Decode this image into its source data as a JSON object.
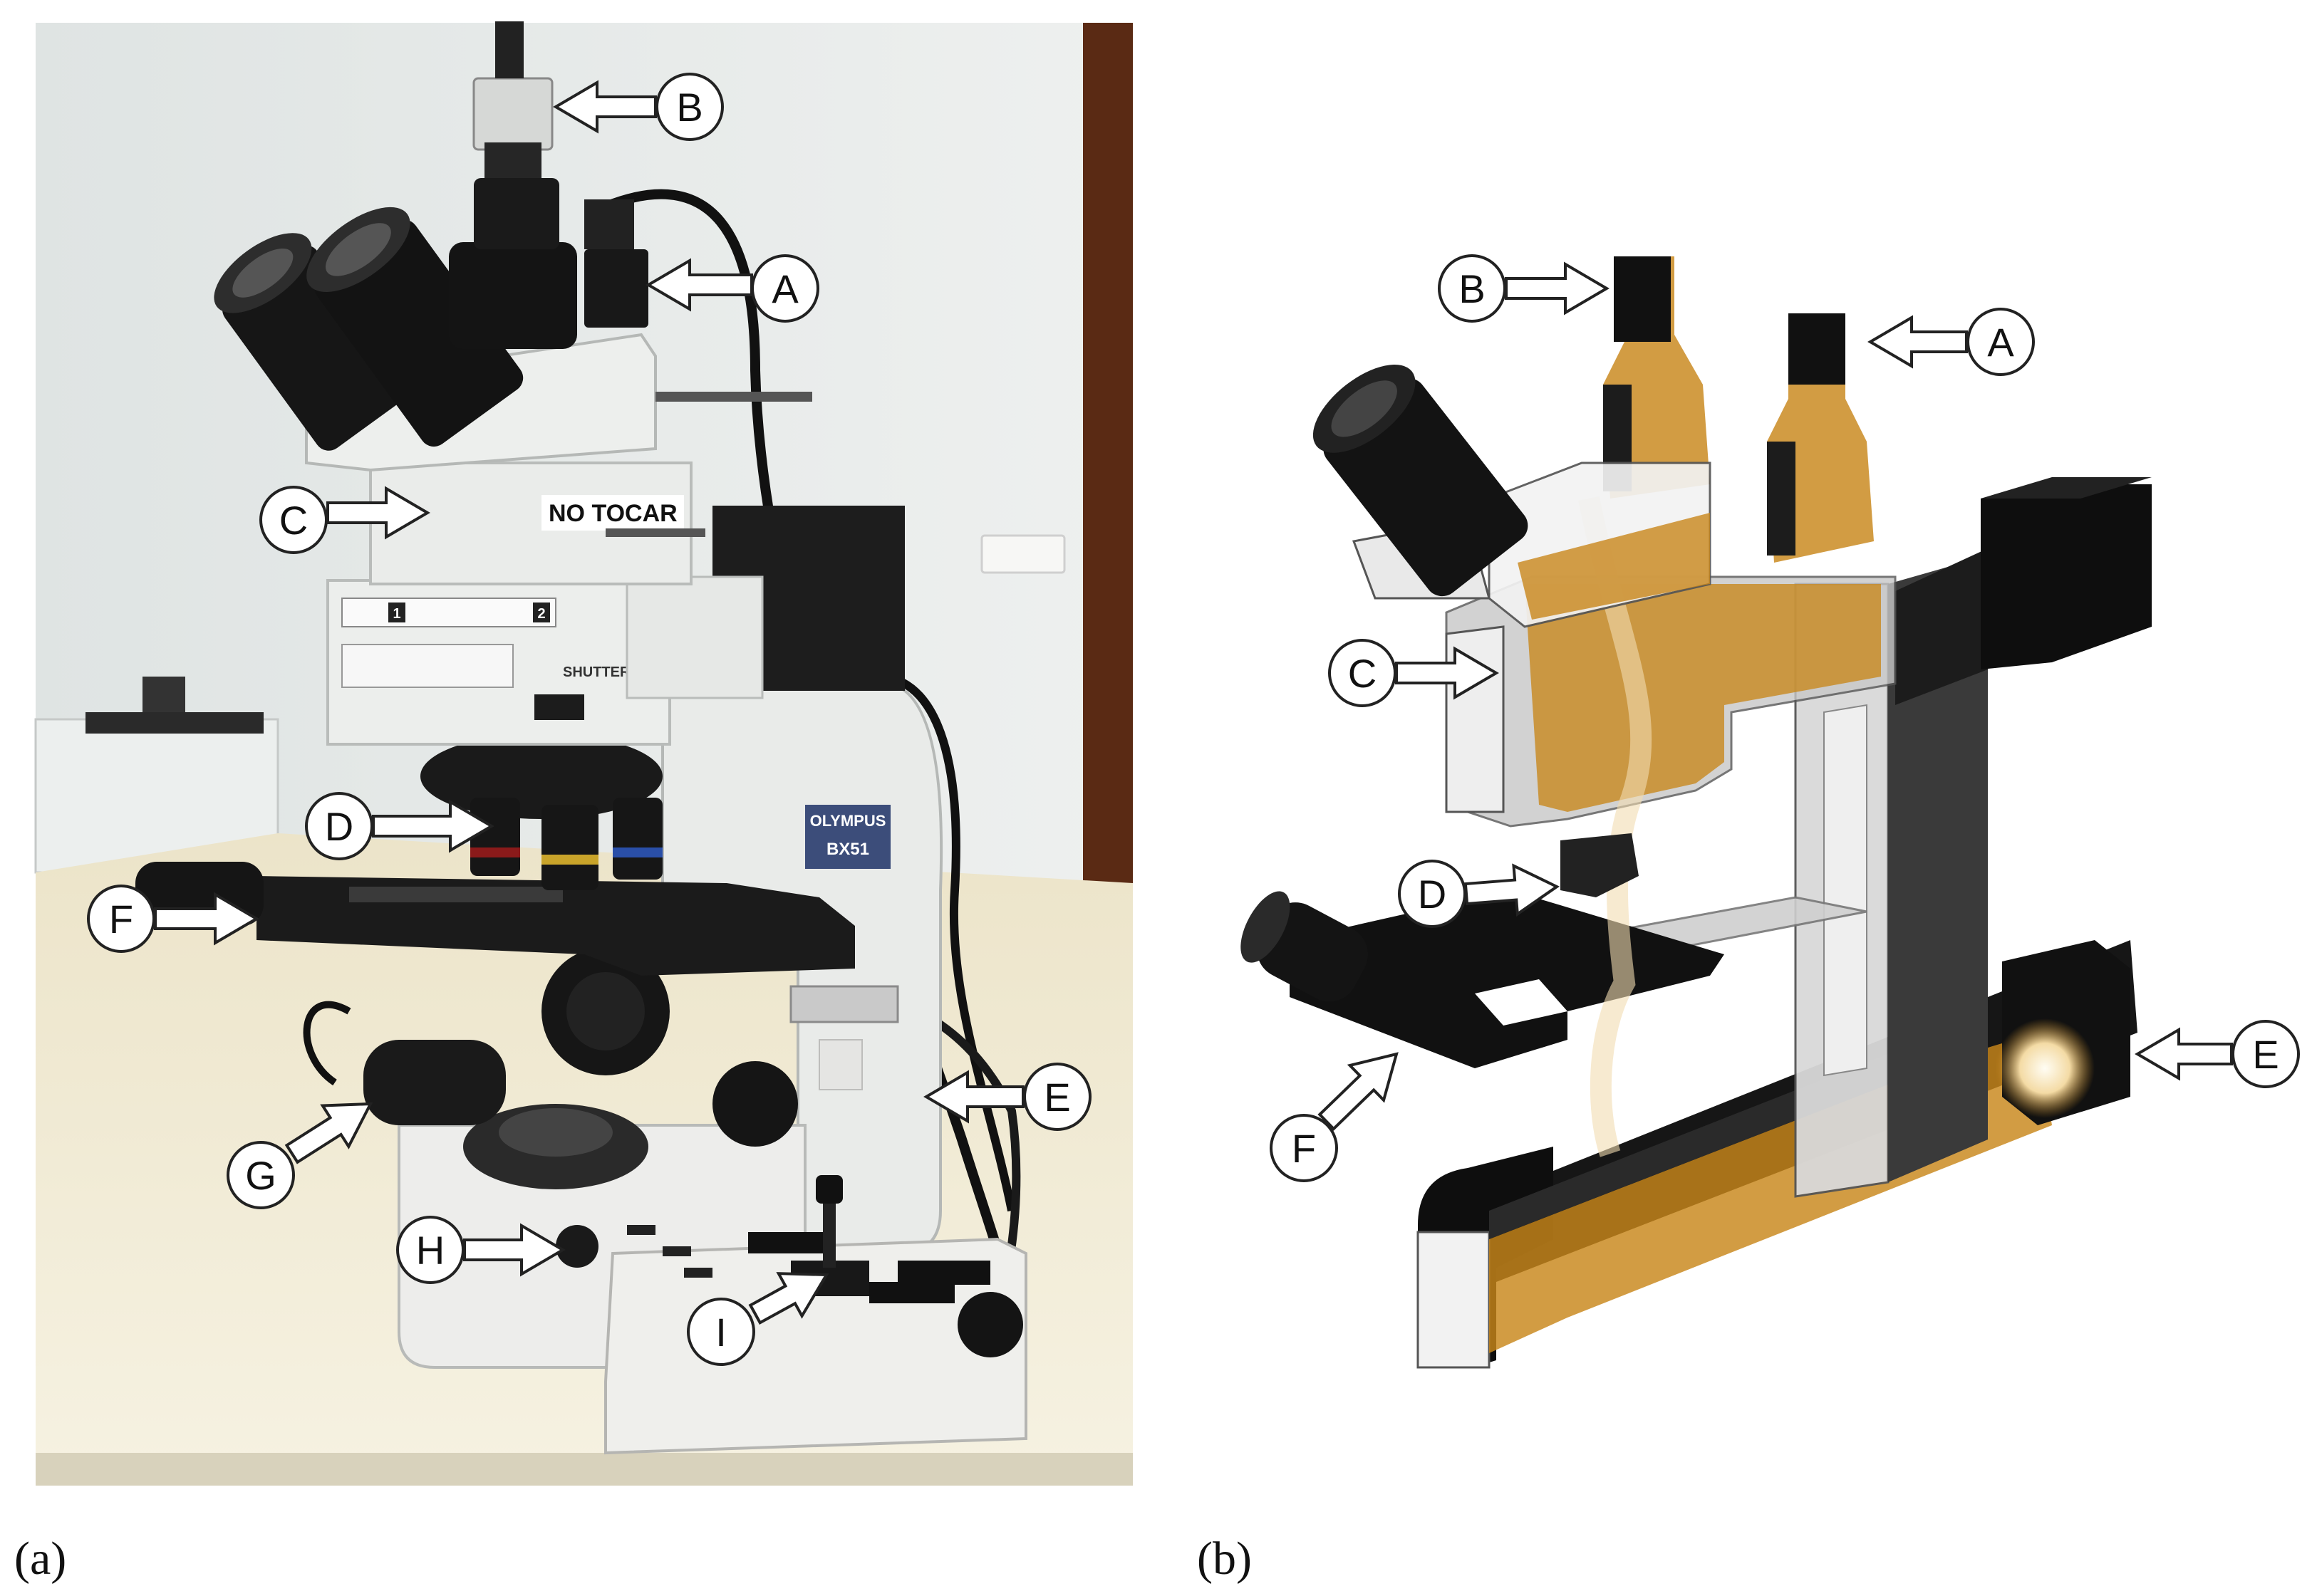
{
  "panels": [
    {
      "id": "a",
      "caption": "(a)"
    },
    {
      "id": "b",
      "caption": "(b)"
    }
  ],
  "photo_labels": [
    "B",
    "A",
    "C",
    "D",
    "F",
    "E",
    "G",
    "H",
    "I"
  ],
  "diagram_labels": [
    "B",
    "A",
    "C",
    "D",
    "E",
    "F"
  ],
  "printed_text": {
    "no_tocar": "NO TOCAR",
    "brand": "OLYMPUS",
    "model": "BX51",
    "shutter": "SHUTTER",
    "filter_1": "1",
    "filter_2": "2"
  },
  "colors": {
    "wall": "#e8ebea",
    "bench": "#ede7cf",
    "microscope_white": "#eef0ee",
    "dark_parts": "#1c1c1c",
    "light_path_amber": "#c8861a",
    "callout_stroke": "#222222",
    "callout_fill": "#ffffff"
  }
}
